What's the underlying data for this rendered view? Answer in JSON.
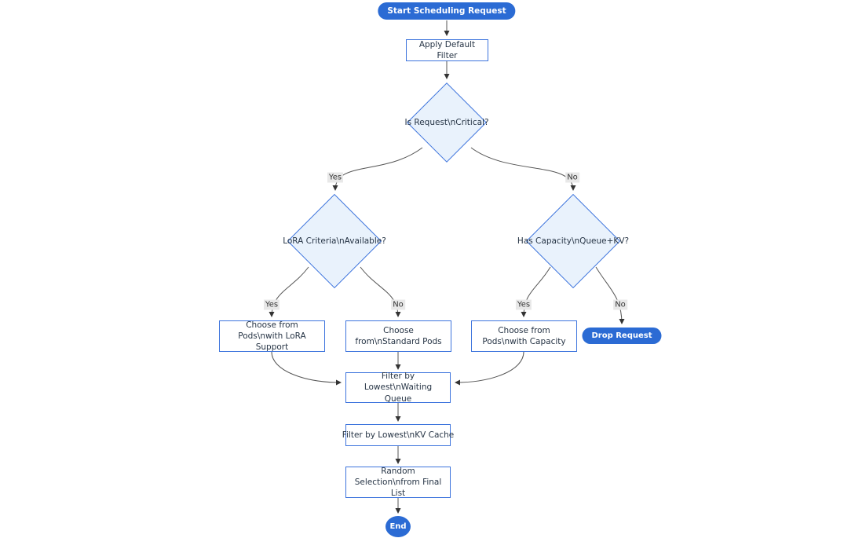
{
  "diagram": {
    "title": "Scheduling request flowchart",
    "nodes": {
      "start": {
        "label": "Start Scheduling Request",
        "type": "pill"
      },
      "apply_filter": {
        "label": "Apply Default Filter",
        "type": "process"
      },
      "is_critical": {
        "label": "Is Request\\nCritical?",
        "type": "decision"
      },
      "lora_criteria": {
        "label": "LoRA Criteria\\nAvailable?",
        "type": "decision"
      },
      "has_capacity": {
        "label": "Has Capacity\\nQueue+KV?",
        "type": "decision"
      },
      "choose_lora": {
        "label": "Choose from Pods\\nwith LoRA Support",
        "type": "process"
      },
      "choose_standard": {
        "label": "Choose from\\nStandard Pods",
        "type": "process"
      },
      "choose_capacity": {
        "label": "Choose from Pods\\nwith Capacity",
        "type": "process"
      },
      "drop_request": {
        "label": "Drop Request",
        "type": "pill"
      },
      "filter_waiting": {
        "label": "Filter by Lowest\\nWaiting Queue",
        "type": "process"
      },
      "filter_kv": {
        "label": "Filter by Lowest\\nKV Cache",
        "type": "process"
      },
      "random_selection": {
        "label": "Random Selection\\nfrom Final List",
        "type": "process"
      },
      "end": {
        "label": "End",
        "type": "terminal"
      }
    },
    "edge_labels": {
      "critical_yes": "Yes",
      "critical_no": "No",
      "lora_yes": "Yes",
      "lora_no": "No",
      "capacity_yes": "Yes",
      "capacity_no": "No"
    },
    "theme": {
      "node_border": "#3d74dd",
      "node_fill": "#ffffff",
      "decision_fill": "#e9f2fc",
      "pill_fill": "#2b6bd4",
      "pill_text": "#ffffff",
      "text_color": "#263445",
      "edge_color": "#555555",
      "arrow_color": "#333333",
      "edge_label_bg": "#e8e8e8"
    }
  }
}
